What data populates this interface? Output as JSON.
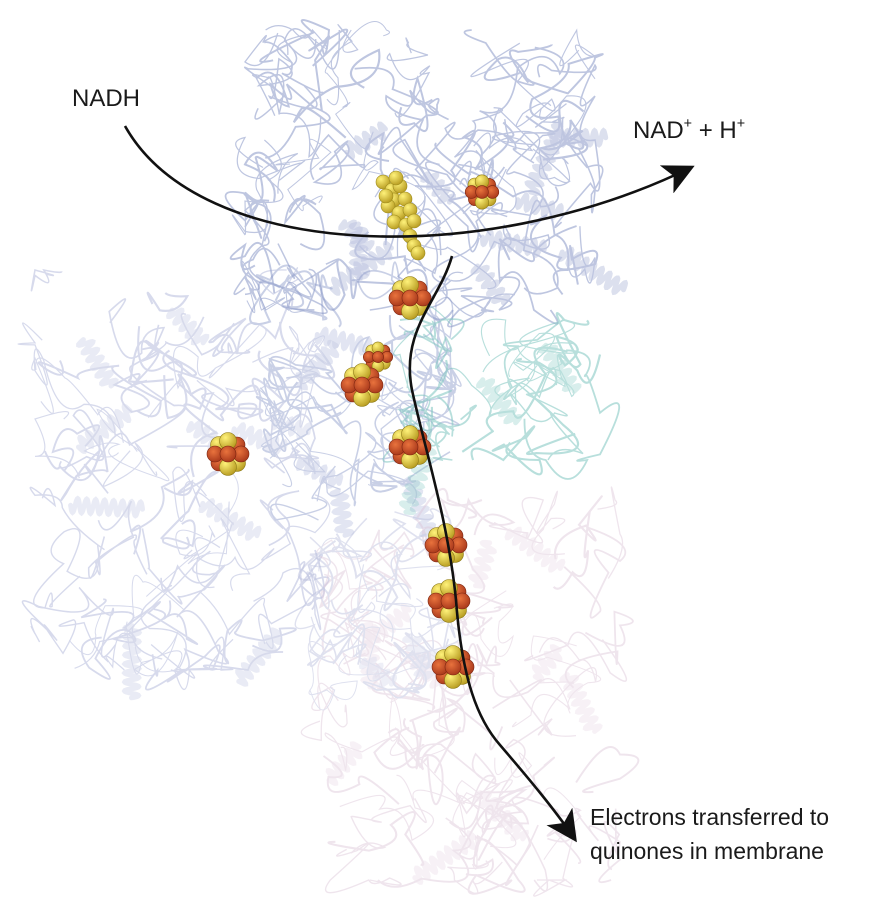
{
  "labels": {
    "nadh": "NADH",
    "nad_plus": {
      "nad": "NAD",
      "charge": "+",
      "joiner": " + H",
      "h_charge": "+"
    },
    "electrons_line1": "Electrons transferred to",
    "electrons_line2": "quinones in membrane"
  },
  "colors": {
    "protein_top": "#8a98c8",
    "protein_left": "#a7afd6",
    "protein_teal": "#7fc6c0",
    "protein_bottom": "#dcc6d8",
    "cluster_fe": "#c8461f",
    "cluster_s": "#e3c63a",
    "fmn": "#efe24a",
    "arrow": "#111111"
  },
  "icons": [
    "protein-ribbon",
    "iron-sulfur-cluster",
    "fmn-cofactor",
    "curved-arrow"
  ]
}
